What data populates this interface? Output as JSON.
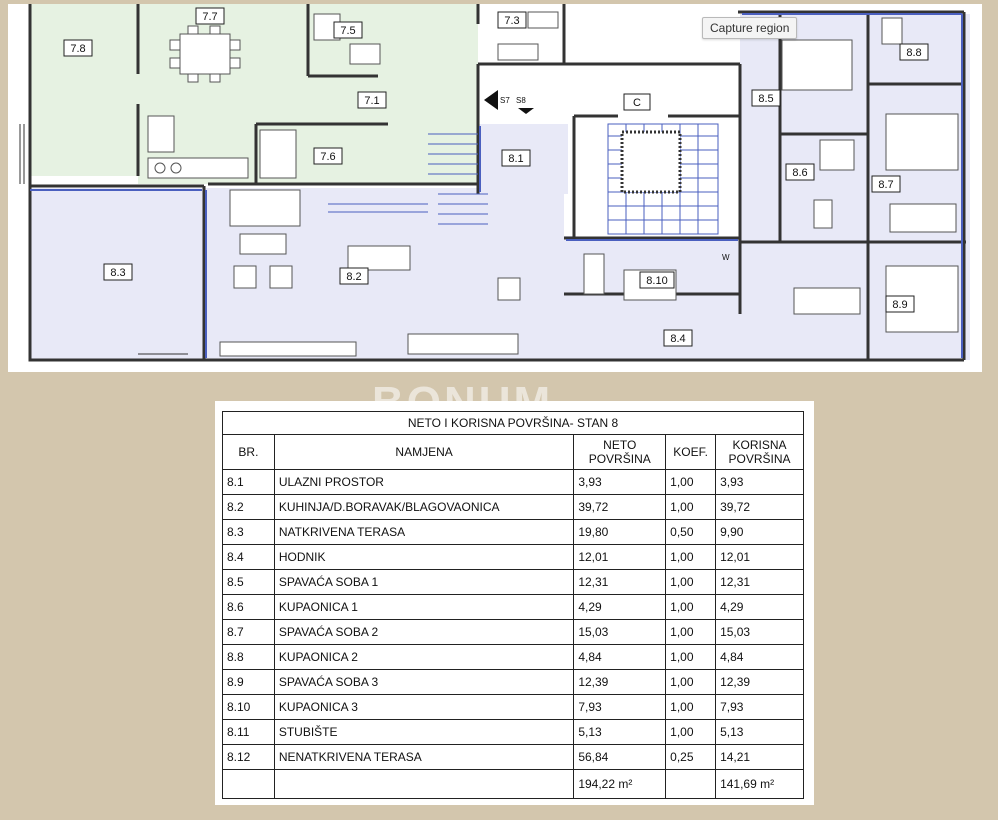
{
  "overlay": {
    "capture_region_label": "Capture region",
    "watermark_text": "BONUM"
  },
  "floorplan": {
    "rooms": {
      "r7_8": "7.8",
      "r7_7": "7.7",
      "r7_5": "7.5",
      "r7_3": "7.3",
      "r7_1": "7.1",
      "r7_6": "7.6",
      "r8_1": "8.1",
      "c": "C",
      "r8_5": "8.5",
      "r8_8": "8.8",
      "r8_6": "8.6",
      "r8_7": "8.7",
      "r8_3": "8.3",
      "r8_2": "8.2",
      "r8_10": "8.10",
      "r8_4": "8.4",
      "r8_9": "8.9"
    },
    "section_marks": {
      "s7": "S7",
      "s8": "S8"
    },
    "appliance_mark": "W",
    "colors": {
      "unit8_fill": "#e8e9f7",
      "unit7_fill": "#e6f2e2",
      "wall_blue": "#4a5fbf",
      "wall_dark": "#333333"
    }
  },
  "table": {
    "title": "NETO I KORISNA POVRŠINA- STAN 8",
    "headers": {
      "br": "BR.",
      "namjena": "NAMJENA",
      "neto_1": "NETO",
      "neto_2": "POVRŠINA",
      "koef": "KOEF.",
      "korisna_1": "KORISNA",
      "korisna_2": "POVRŠINA"
    },
    "rows": [
      {
        "br": "8.1",
        "namjena": "ULAZNI PROSTOR",
        "neto": "3,93",
        "koef": "1,00",
        "korisna": "3,93"
      },
      {
        "br": "8.2",
        "namjena": "KUHINJA/D.BORAVAK/BLAGOVAONICA",
        "neto": "39,72",
        "koef": "1,00",
        "korisna": "39,72"
      },
      {
        "br": "8.3",
        "namjena": "NATKRIVENA TERASA",
        "neto": "19,80",
        "koef": "0,50",
        "korisna": "9,90"
      },
      {
        "br": "8.4",
        "namjena": "HODNIK",
        "neto": "12,01",
        "koef": "1,00",
        "korisna": "12,01"
      },
      {
        "br": "8.5",
        "namjena": "SPAVAĆA SOBA 1",
        "neto": "12,31",
        "koef": "1,00",
        "korisna": "12,31"
      },
      {
        "br": "8.6",
        "namjena": "KUPAONICA 1",
        "neto": "4,29",
        "koef": "1,00",
        "korisna": "4,29"
      },
      {
        "br": "8.7",
        "namjena": "SPAVAĆA SOBA 2",
        "neto": "15,03",
        "koef": "1,00",
        "korisna": "15,03"
      },
      {
        "br": "8.8",
        "namjena": "KUPAONICA 2",
        "neto": "4,84",
        "koef": "1,00",
        "korisna": "4,84"
      },
      {
        "br": "8.9",
        "namjena": "SPAVAĆA SOBA 3",
        "neto": "12,39",
        "koef": "1,00",
        "korisna": "12,39"
      },
      {
        "br": "8.10",
        "namjena": "KUPAONICA 3",
        "neto": "7,93",
        "koef": "1,00",
        "korisna": "7,93"
      },
      {
        "br": "8.11",
        "namjena": "STUBIŠTE",
        "neto": "5,13",
        "koef": "1,00",
        "korisna": "5,13"
      },
      {
        "br": "8.12",
        "namjena": "NENATKRIVENA TERASA",
        "neto": "56,84",
        "koef": "0,25",
        "korisna": "14,21"
      }
    ],
    "totals": {
      "neto": "194,22 m²",
      "korisna": "141,69 m²"
    }
  }
}
